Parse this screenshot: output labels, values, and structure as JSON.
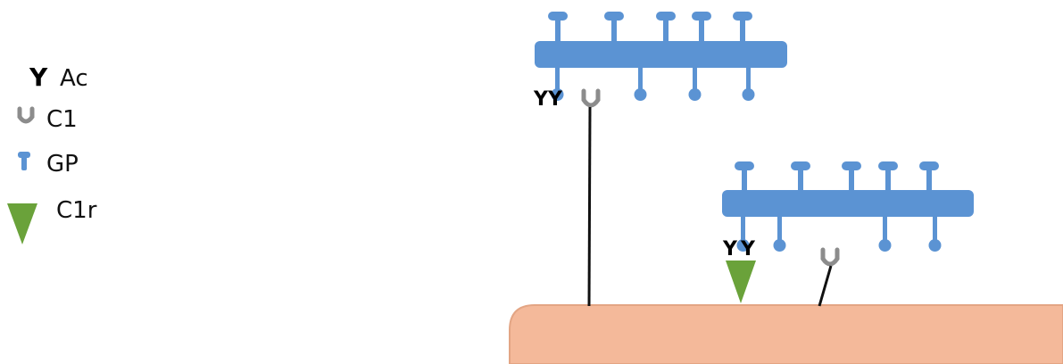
{
  "legend": {
    "items": [
      {
        "key": "ac",
        "glyph": "Y",
        "label": "Ac",
        "color": "#000000",
        "icon": "ac-y-icon"
      },
      {
        "key": "c1",
        "glyph": "U",
        "label": "C1",
        "color": "#8c8c8c",
        "icon": "c1-cup-icon"
      },
      {
        "key": "gp",
        "glyph": "pin",
        "label": "GP",
        "color": "#5b93d3",
        "icon": "gp-pin-icon"
      },
      {
        "key": "c1r",
        "glyph": "triangle",
        "label": "C1r",
        "color": "#6aa23a",
        "icon": "c1r-triangle-icon"
      }
    ]
  },
  "colors": {
    "polymer": "#5b93d3",
    "membrane": "#f4b99a",
    "membrane_edge": "#e3a584",
    "linker": "#111111",
    "acetyl": "#000000",
    "c1": "#8c8c8c",
    "c1r": "#6aa23a"
  },
  "diagram": {
    "polymers": [
      {
        "name": "upper-polymer",
        "top_gp": 5,
        "bottom_gp": 4,
        "ac_marks": 2,
        "c1_marks": 1
      },
      {
        "name": "lower-polymer",
        "top_gp": 5,
        "bottom_gp": 4,
        "ac_marks": 2,
        "c1_marks": 1,
        "c1r_marks": 1
      }
    ],
    "ac_glyph": "Y"
  }
}
